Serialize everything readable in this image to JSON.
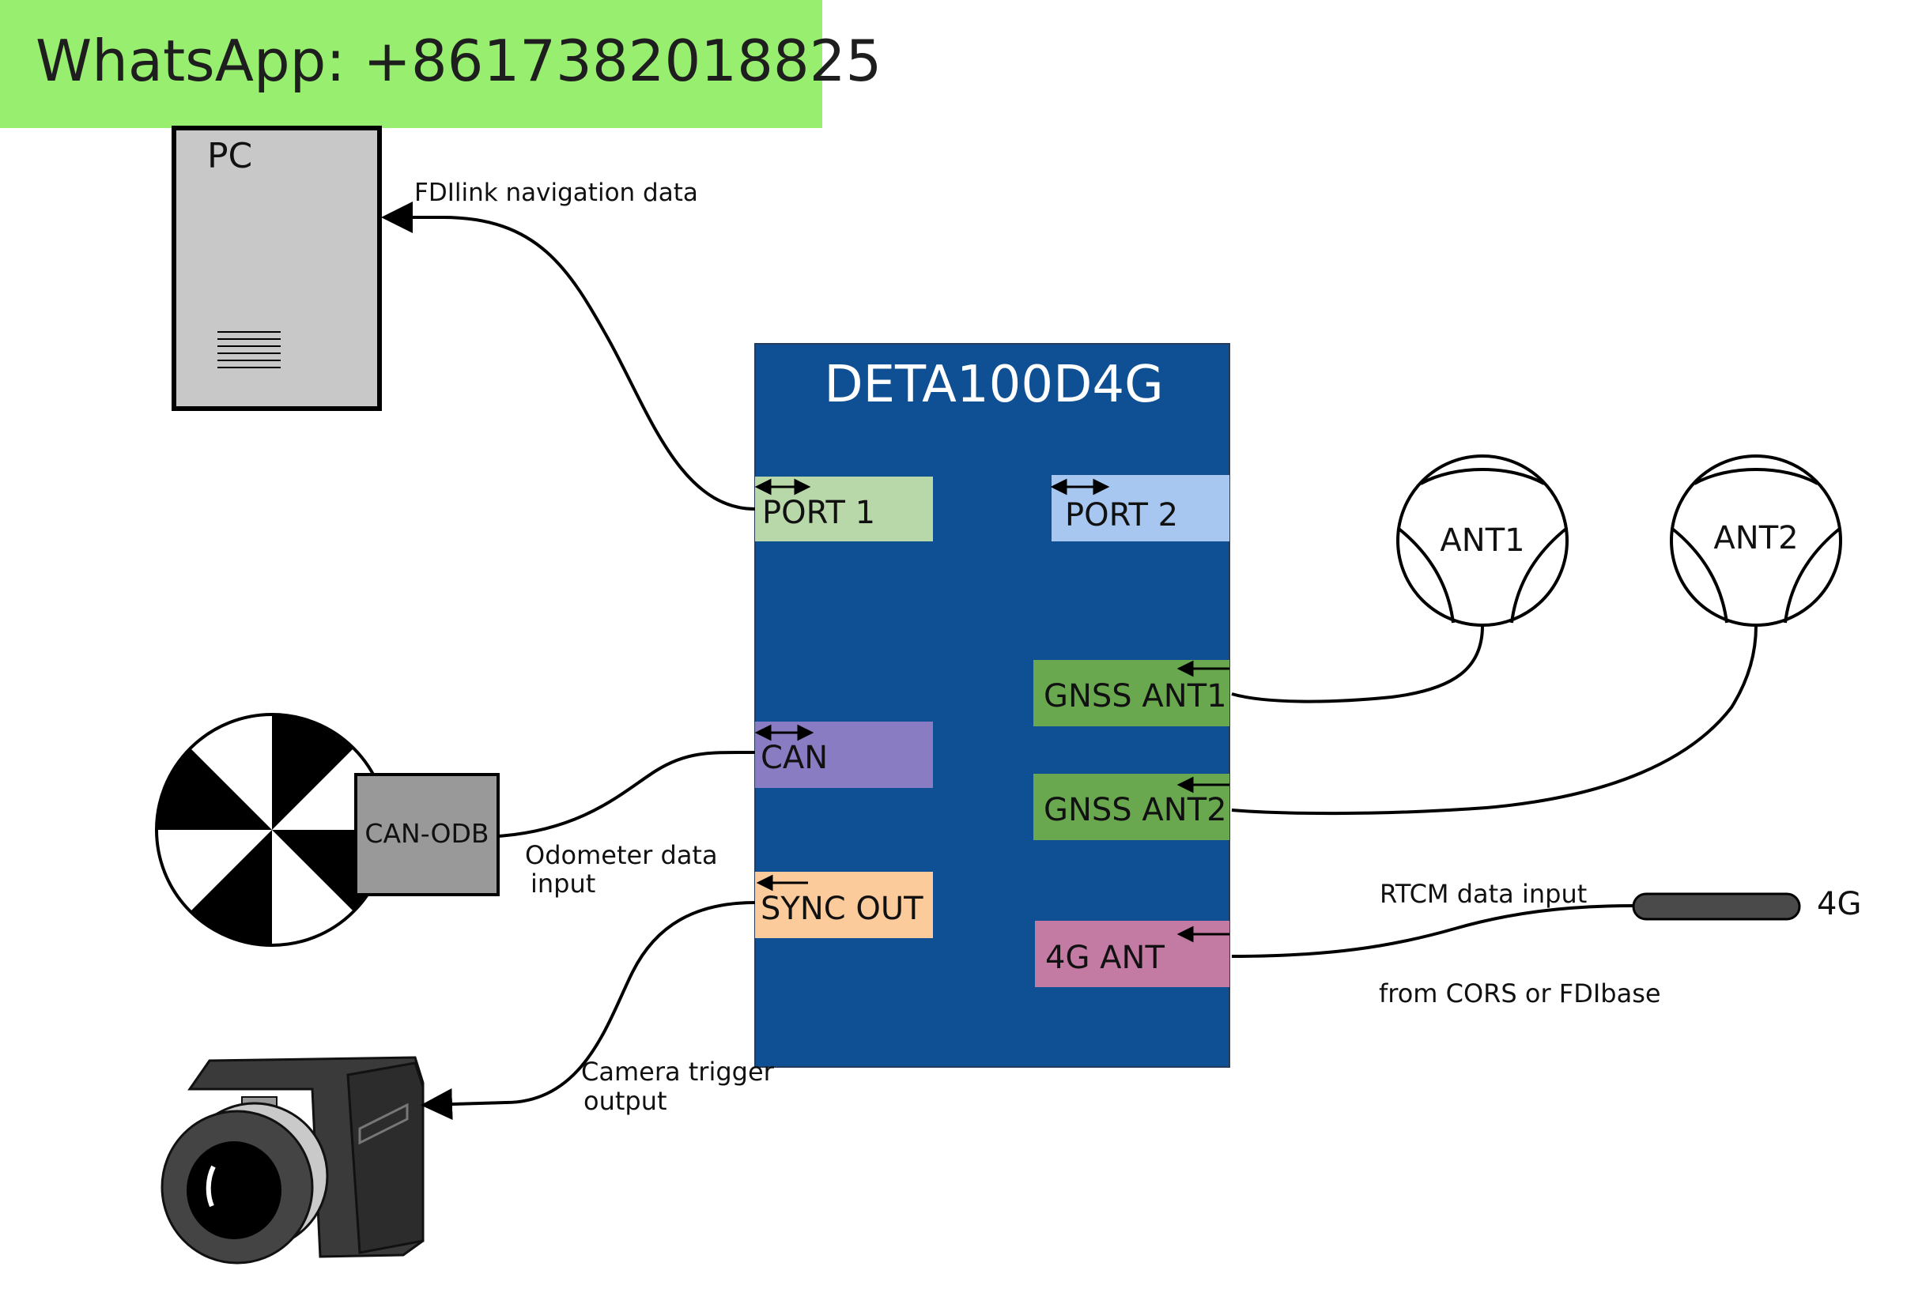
{
  "banner": {
    "text": "WhatsApp: +8617382018825",
    "color": "#98ee6f"
  },
  "device": {
    "title": "DETA100D4G",
    "color": "#0e5093"
  },
  "ports": {
    "port1": {
      "label": "PORT 1",
      "color": "#b9d8a9"
    },
    "port2": {
      "label": "PORT 2",
      "color": "#a8c7f0"
    },
    "can": {
      "label": "CAN",
      "color": "#8a7cc2"
    },
    "sync_out": {
      "label": "SYNC OUT",
      "color": "#fbcb9c"
    },
    "gnss_ant1": {
      "label": "GNSS  ANT1",
      "color": "#6aa84f"
    },
    "gnss_ant2": {
      "label": "GNSS  ANT2",
      "color": "#6aa84f"
    },
    "ant_4g": {
      "label": "4G ANT",
      "color": "#c37ba4"
    }
  },
  "pc": {
    "label": "PC"
  },
  "odometer": {
    "label": "CAN-ODB"
  },
  "antennas": {
    "ant1": "ANT1",
    "ant2": "ANT2"
  },
  "antenna_4g": {
    "label": "4G"
  },
  "connections": {
    "nav_data": "FDIlink navigation data",
    "odometer_line1": "Odometer data",
    "odometer_line2": "input",
    "camera_line1": "Camera trigger",
    "camera_line2": "output",
    "rtcm_input": "RTCM data input",
    "rtcm_source": "from CORS or FDIbase"
  }
}
